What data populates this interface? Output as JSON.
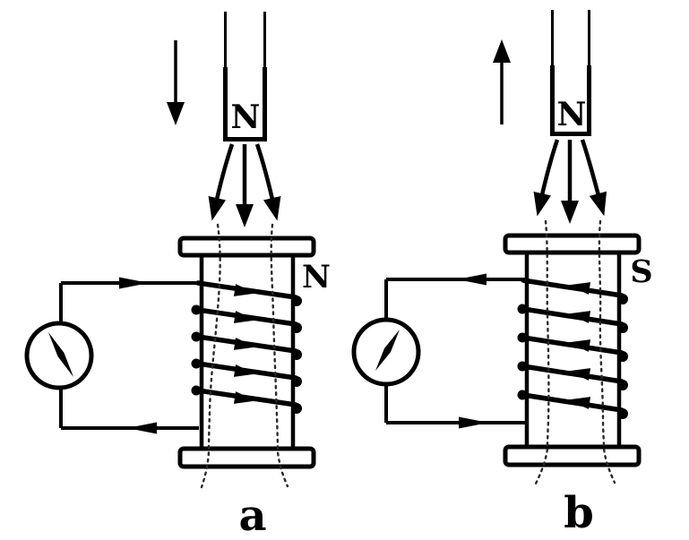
{
  "colors": {
    "ink": "#000000",
    "background": "#ffffff",
    "field_line": "#2a2a2a"
  },
  "diagrams": {
    "a": {
      "caption": "a",
      "magnet_pole": "N",
      "coil_pole": "N",
      "magnet_motion": "down",
      "pole_field_arrows": "spreading-downward",
      "top_wire_current": "right-toward-coil",
      "bottom_wire_current": "left-toward-meter",
      "coil_winding_current": "rightward",
      "meter_needle_tilt": "top-left-to-bottom-right"
    },
    "b": {
      "caption": "b",
      "magnet_pole": "N",
      "coil_pole": "S",
      "magnet_motion": "up",
      "pole_field_arrows": "spreading-downward",
      "top_wire_current": "left-toward-meter",
      "bottom_wire_current": "right-toward-coil",
      "coil_winding_current": "leftward",
      "meter_needle_tilt": "bottom-left-to-top-right"
    }
  }
}
